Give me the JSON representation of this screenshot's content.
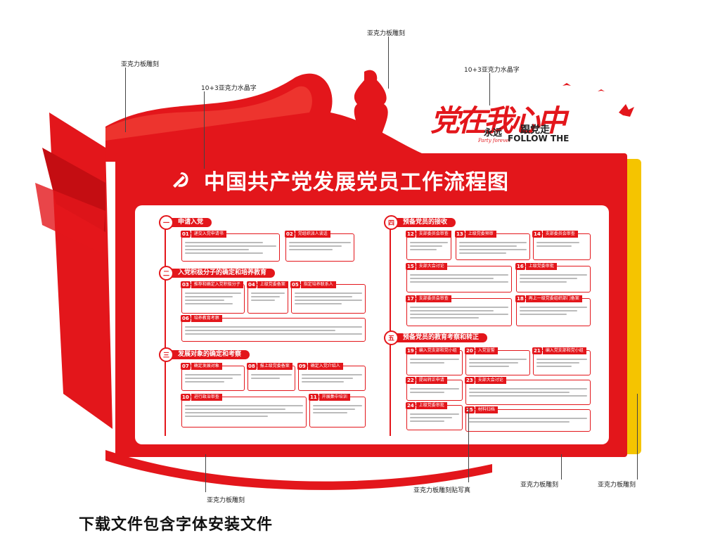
{
  "callouts": {
    "acrylic_carve_1": "亚克力板雕刻",
    "acrylic_carve_2": "亚克力板雕刻",
    "crystal_1": "10+3亚克力水晶字",
    "crystal_2": "10+3亚克力水晶字",
    "acrylic_carve_3": "亚克力板雕刻",
    "acrylic_photo": "亚克力板雕刻贴写真",
    "acrylic_carve_4": "亚克力板雕刻",
    "acrylic_carve_5": "亚克力板雕刻"
  },
  "slogan": {
    "main": "党在我心中",
    "forever": "永远",
    "follow": "跟党走",
    "en1": "Party forever",
    "en2": "FOLLOW THE"
  },
  "board": {
    "title": "中国共产党发展党员工作流程图",
    "sections": [
      {
        "num": "一",
        "label": "申请入党"
      },
      {
        "num": "二",
        "label": "入党积极分子的确定和培养教育"
      },
      {
        "num": "三",
        "label": "发展对象的确定和考察"
      },
      {
        "num": "四",
        "label": "预备党员的接收"
      },
      {
        "num": "五",
        "label": "预备党员的教育考察和转正"
      }
    ],
    "cards": [
      {
        "num": "01",
        "title": "递交入党申请书"
      },
      {
        "num": "02",
        "title": "党组织派人谈话"
      },
      {
        "num": "03",
        "title": "推荐和确定入党积极分子"
      },
      {
        "num": "04",
        "title": "上级党委备案"
      },
      {
        "num": "05",
        "title": "指定培养联系人"
      },
      {
        "num": "06",
        "title": "培养教育考察"
      },
      {
        "num": "07",
        "title": "确定发展对象"
      },
      {
        "num": "08",
        "title": "报上级党委备案"
      },
      {
        "num": "09",
        "title": "确定入党介绍人"
      },
      {
        "num": "10",
        "title": "进行政治审查"
      },
      {
        "num": "11",
        "title": "开展集中培训"
      },
      {
        "num": "12",
        "title": "支部委员会审查"
      },
      {
        "num": "13",
        "title": "上级党委预审"
      },
      {
        "num": "14",
        "title": "支部委员会审查"
      },
      {
        "num": "15",
        "title": "支部大会讨论"
      },
      {
        "num": "16",
        "title": "上级党委审批"
      },
      {
        "num": "17",
        "title": "支部委员会审查"
      },
      {
        "num": "18",
        "title": "再上一级党委组织部门备案"
      },
      {
        "num": "19",
        "title": "编入党支部和党小组"
      },
      {
        "num": "20",
        "title": "入党宣誓"
      },
      {
        "num": "21",
        "title": "编入党支部和党小组"
      },
      {
        "num": "22",
        "title": "提出转正申请"
      },
      {
        "num": "23",
        "title": "支部大会讨论"
      },
      {
        "num": "24",
        "title": "上级党委审批"
      },
      {
        "num": "25",
        "title": "材料归档"
      }
    ]
  },
  "caption": "下载文件包含字体安装文件",
  "colors": {
    "red": "#e3161b",
    "yellow": "#f5c400"
  }
}
